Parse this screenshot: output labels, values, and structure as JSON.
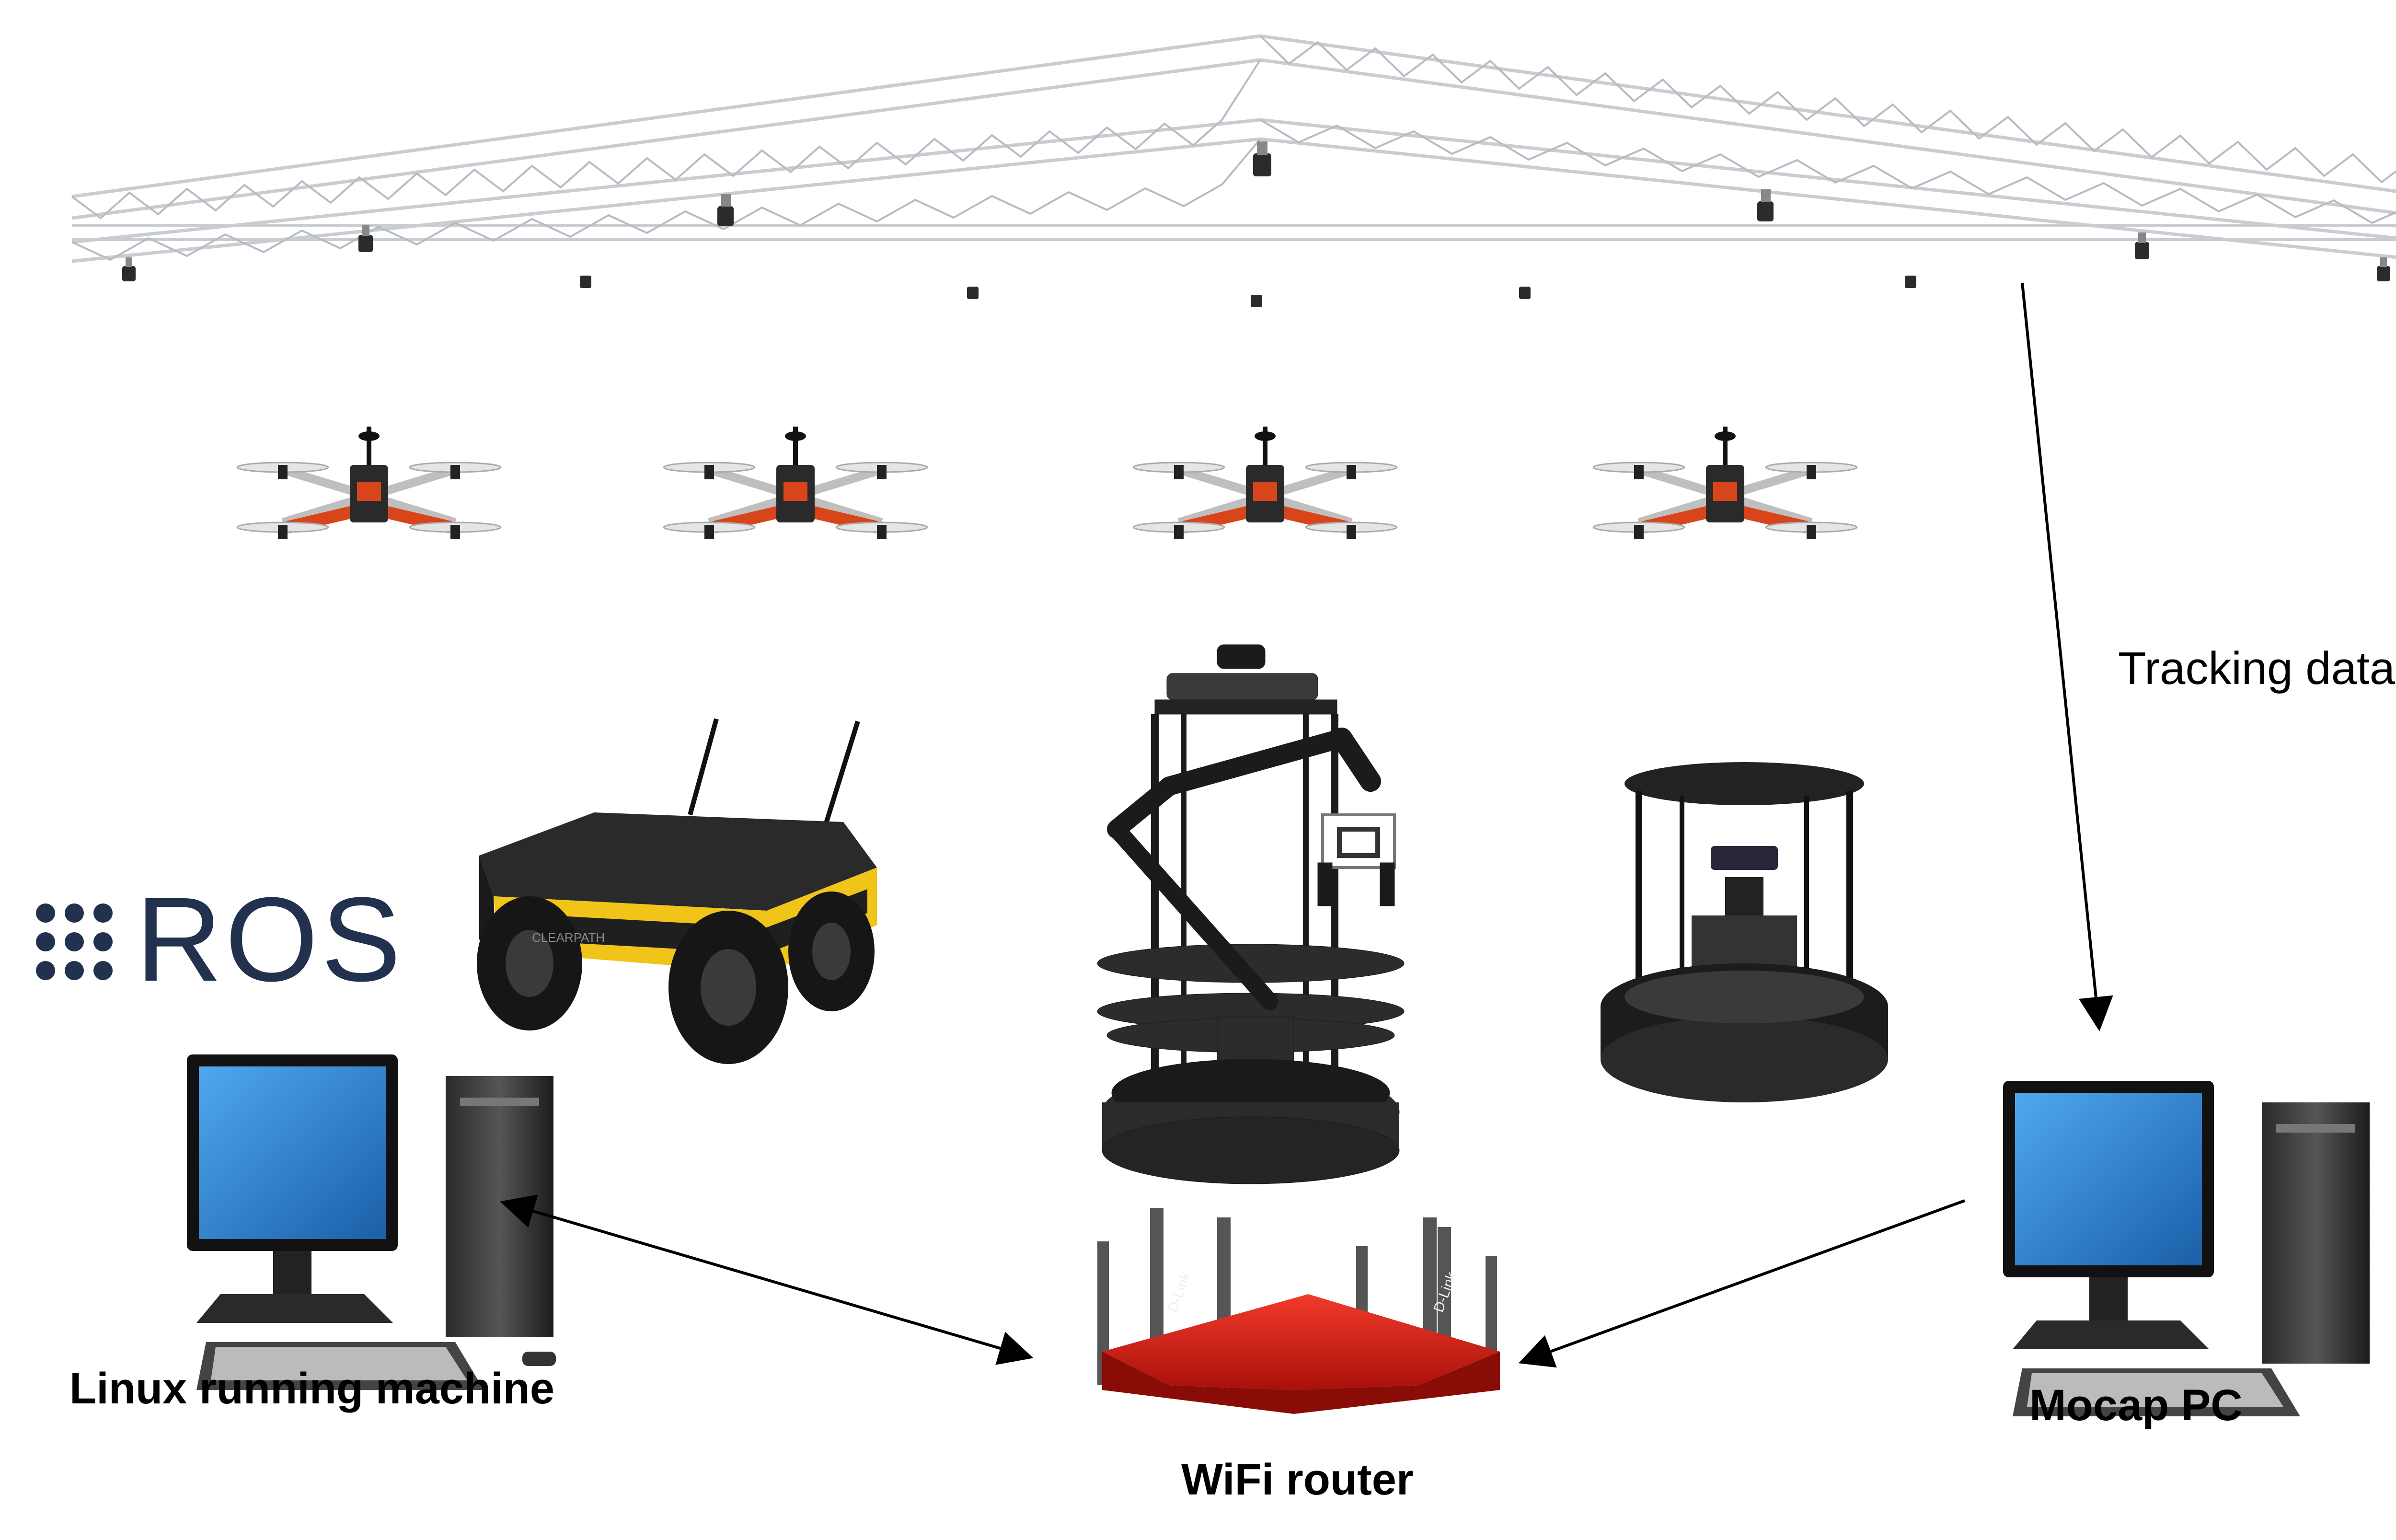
{
  "logo": {
    "text": "ROS",
    "color": "#22314e"
  },
  "labels": {
    "tracking": "Tracking data",
    "linux_machine": "Linux running machine",
    "wifi_router": "WiFi router",
    "mocap_pc": "Mocap PC",
    "router_brand": "D-Link",
    "rover_brand": "CLEARPATH"
  },
  "colors": {
    "truss": "#c9cdd2",
    "drone_frame": "#d8451b",
    "rover_body": "#222222",
    "rover_trim": "#f0c419",
    "router": "#d81e14",
    "monitor_screen": "#2f86d6",
    "arrow": "#000000"
  },
  "icons": [
    "camera-icon",
    "drone-icon",
    "rover-icon",
    "manipulator-robot-icon",
    "turtlebot-icon",
    "computer-icon",
    "router-icon",
    "ros-logo"
  ]
}
